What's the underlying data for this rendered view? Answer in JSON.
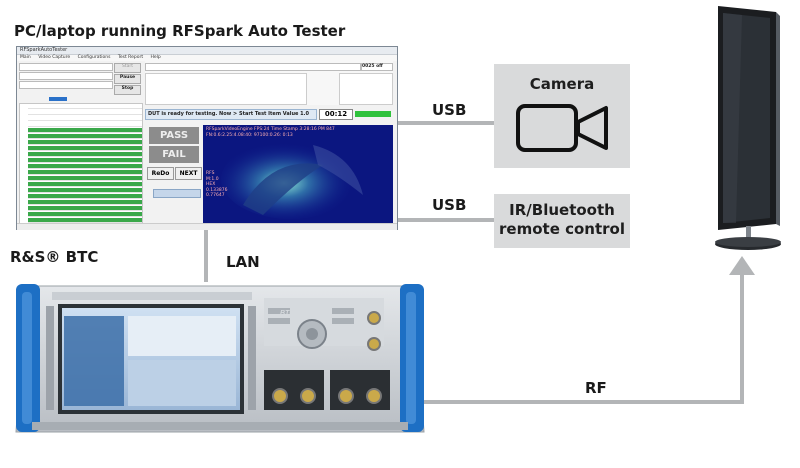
{
  "labels": {
    "pc_title": "PC/laptop running RFSpark Auto Tester",
    "btc_title": "R&S® BTC",
    "usb_top": "USB",
    "usb_bottom": "USB",
    "lan": "LAN",
    "rf": "RF"
  },
  "boxes": {
    "camera": "Camera",
    "ir_line1": "IR/Bluetooth",
    "ir_line2": "remote control"
  },
  "software": {
    "window_title": "RFSparkAutoTester",
    "menu": [
      "Main",
      "Video Capture",
      "Configurations",
      "Test Report",
      "Help"
    ],
    "pass_label": "PASS",
    "fail_label": "FAIL",
    "redo_label": "ReDo",
    "next_label": "NEXT",
    "start_label": "Start",
    "pause_label": "Pause",
    "stop_label": "Stop",
    "timer": "00:12",
    "status_banner": "DUT is ready for testing. Now > Start Test Item Value 1.0",
    "test_value": "0025 off",
    "video_overlay": [
      "RFSparkVideoEngine FPS:24 Time Stamp 3:28:16 PM 847",
      "FN:0.6:2.25:4.08:40: 97100:0.26: 0:13",
      "RFS",
      "M:1.0",
      "HEX",
      "0.133876",
      "0.77647"
    ]
  },
  "instrument": {
    "brand_badge": "R&S BTC",
    "model": "BTC"
  },
  "colors": {
    "box_fill": "#d9dadb",
    "connector": "#b3b5b7",
    "instrument_blue": "#1d6fc4",
    "list_green": "#3aa84a"
  }
}
